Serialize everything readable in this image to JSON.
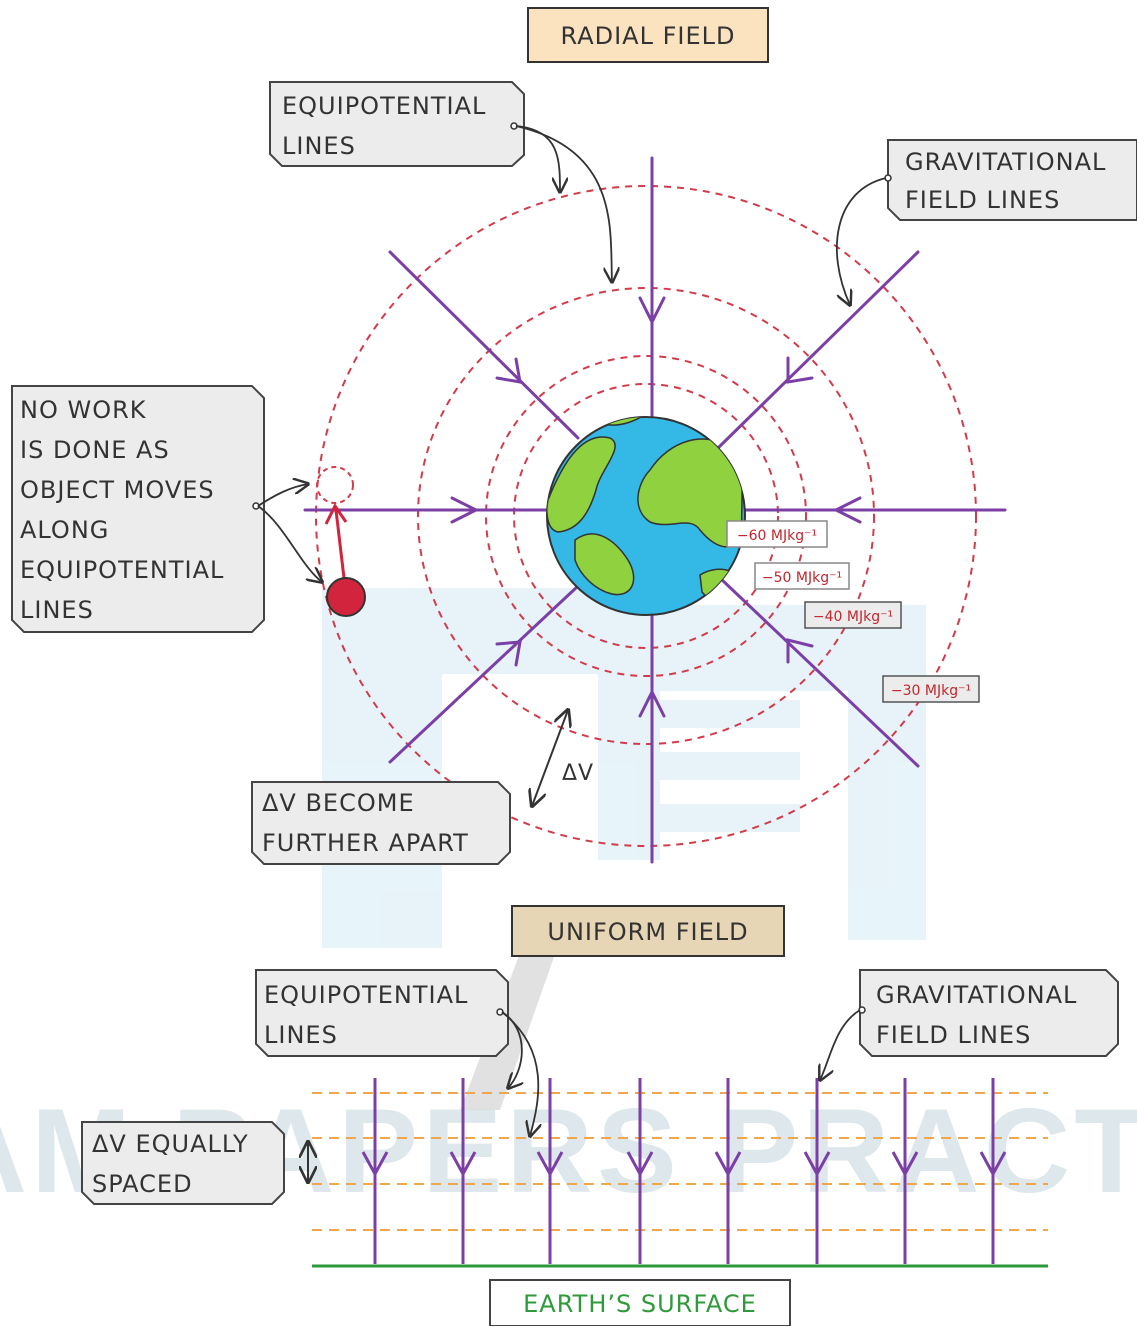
{
  "radial": {
    "title": "RADIAL FIELD",
    "equipotential_label": [
      "EQUIPOTENTIAL",
      "LINES"
    ],
    "field_lines_label": [
      "GRAVITATIONAL",
      "FIELD LINES"
    ],
    "no_work_label": [
      "NO WORK",
      "IS DONE AS",
      "OBJECT MOVES",
      "ALONG",
      "EQUIPOTENTIAL",
      "LINES"
    ],
    "delta_v_label": [
      "ΔV BECOME",
      "FURTHER APART"
    ],
    "delta_v_marker": "ΔV",
    "potentials": [
      "−60 MJkg⁻¹",
      "−50 MJkg⁻¹",
      "−40 MJkg⁻¹",
      "−30 MJkg⁻¹"
    ]
  },
  "uniform": {
    "title": "UNIFORM FIELD",
    "equipotential_label": [
      "EQUIPOTENTIAL",
      "LINES"
    ],
    "field_lines_label": [
      "GRAVITATIONAL",
      "FIELD LINES"
    ],
    "delta_v_label": [
      "ΔV EQUALLY",
      "SPACED"
    ],
    "surface_label": "EARTH’S SURFACE"
  },
  "watermark": "EXAM PAPERS PRACTICE",
  "colors": {
    "field_line": "#7b3fa6",
    "radial_equipotential": "#d33a4a",
    "uniform_equipotential": "#f0a64a",
    "surface": "#2e9a3a",
    "ocean": "#34b8e6",
    "land": "#8fd13f",
    "object": "#d2243c",
    "radial_title_bg": "#fbe3bf",
    "uniform_title_bg": "#e7d6b5",
    "surface_text": "#2e9a3a"
  }
}
